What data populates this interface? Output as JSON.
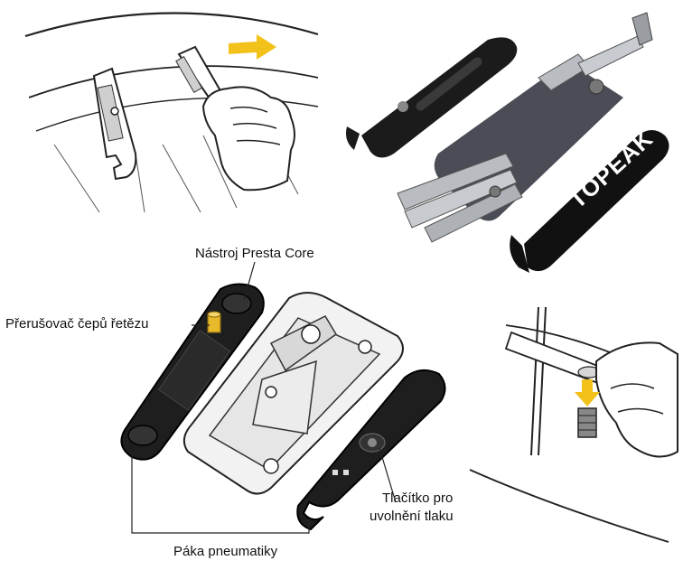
{
  "brand_text": "TOPEAK",
  "labels": {
    "presta": "Nástroj Presta Core",
    "chain": "Přerušovač čepů řetězu",
    "button_line1": "Tlačítko pro",
    "button_line2": "uvolnění tlaku",
    "lever": "Páka pneumatiky"
  },
  "colors": {
    "arrow": "#f2c21b",
    "brass": "#e8b92b",
    "tool_dark": "#1b1b1b",
    "frame_grey": "#4a4d55"
  },
  "icons": [
    "arrow-right-icon",
    "arrow-down-icon"
  ]
}
